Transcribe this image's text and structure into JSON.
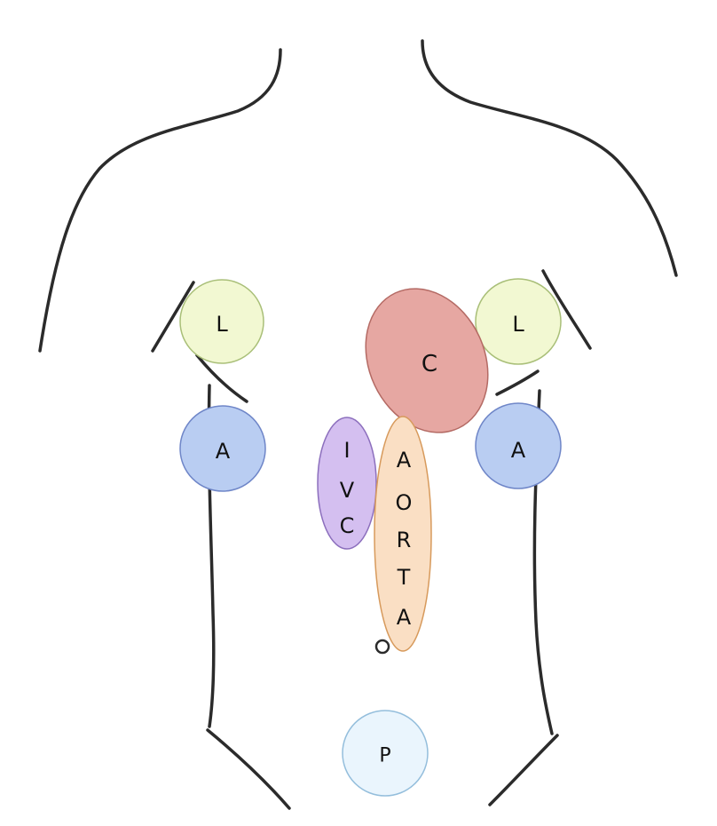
{
  "diagram": {
    "regions": {
      "lung_left": {
        "label": "L",
        "fill": "#f2f8d2",
        "stroke": "#a9bf78"
      },
      "lung_right": {
        "label": "L",
        "fill": "#f2f8d2",
        "stroke": "#a9bf78"
      },
      "adrenal_left": {
        "label": "A",
        "fill": "#b9cdf2",
        "stroke": "#6f86c8"
      },
      "adrenal_right": {
        "label": "A",
        "fill": "#b9cdf2",
        "stroke": "#6f86c8"
      },
      "celiac": {
        "label": "C",
        "fill": "#e6a7a2",
        "stroke": "#b46a64"
      },
      "ivc": {
        "letters": [
          "I",
          "V",
          "C"
        ],
        "fill": "#d4bff0",
        "stroke": "#8c6fbd"
      },
      "aorta": {
        "letters": [
          "A",
          "O",
          "R",
          "T",
          "A"
        ],
        "fill": "#fadfc4",
        "stroke": "#d79a5c"
      },
      "pelvis": {
        "label": "P",
        "fill": "#eaf5fd",
        "stroke": "#94bedc"
      }
    }
  }
}
